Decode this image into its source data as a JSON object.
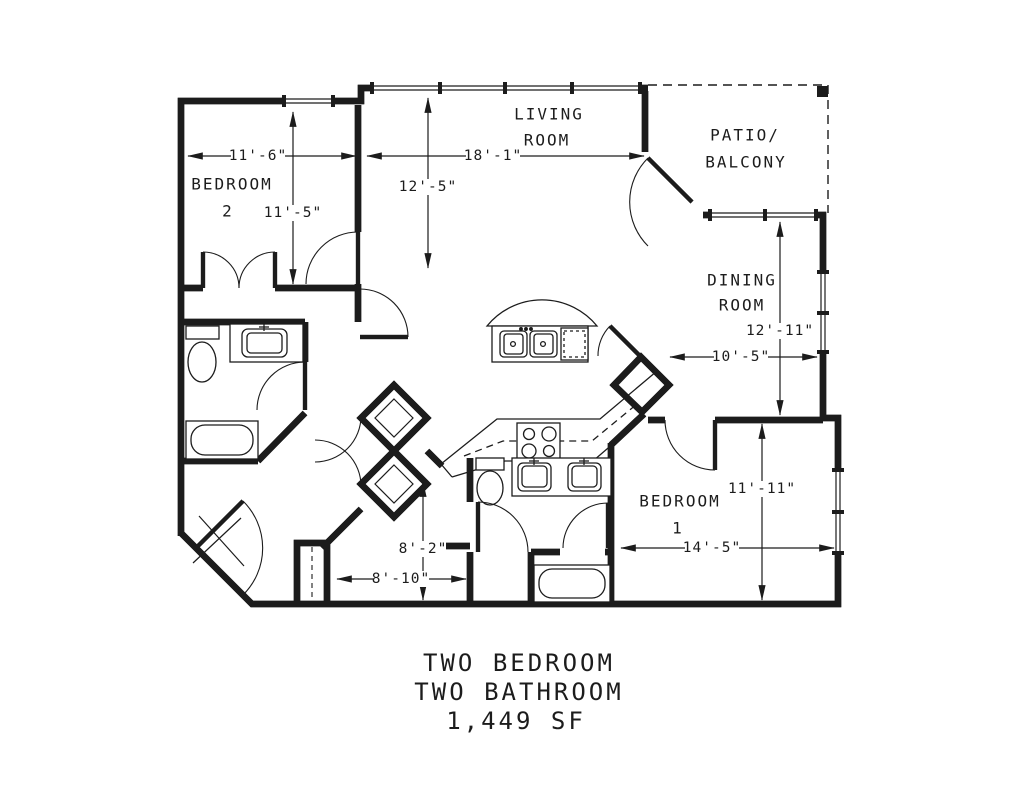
{
  "plan": {
    "rooms": {
      "bedroom2": {
        "name": "BEDROOM",
        "number": "2"
      },
      "living": {
        "line1": "LIVING",
        "line2": "ROOM"
      },
      "patio": {
        "line1": "PATIO/",
        "line2": "BALCONY"
      },
      "dining": {
        "line1": "DINING",
        "line2": "ROOM"
      },
      "bedroom1": {
        "name": "BEDROOM",
        "number": "1"
      }
    },
    "dimensions": {
      "bedroom2_width": "11'-6\"",
      "bedroom2_depth": "11'-5\"",
      "living_width": "18'-1\"",
      "living_depth": "12'-5\"",
      "dining_depth": "12'-11\"",
      "dining_width": "10'-5\"",
      "bedroom1_depth": "11'-11\"",
      "bedroom1_width": "14'-5\"",
      "hall_depth": "8'-2\"",
      "hall_width": "8'-10\""
    },
    "title": {
      "line1": "TWO BEDROOM",
      "line2": "TWO BATHROOM",
      "line3": "1,449 SF"
    },
    "colors": {
      "line": "#1c1c1c",
      "background": "#ffffff"
    }
  }
}
